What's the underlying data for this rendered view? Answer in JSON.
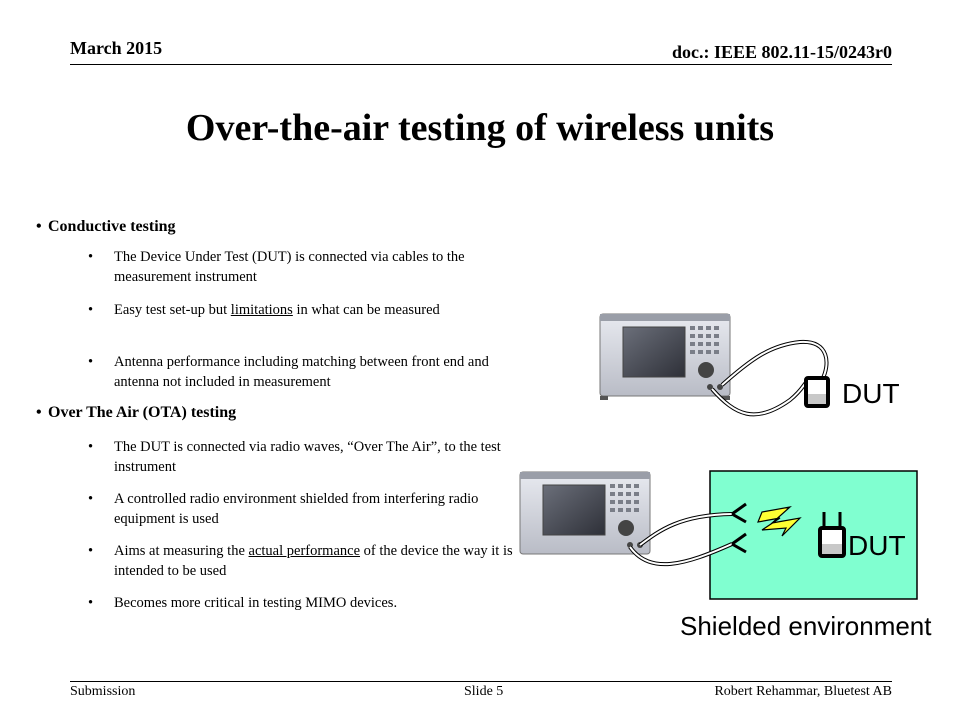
{
  "header": {
    "date": "March 2015",
    "doc": "doc.: IEEE 802.11-15/0243r0"
  },
  "title": "Over-the-air testing of wireless units",
  "bullets": {
    "conductive": {
      "heading": "Conductive testing",
      "items": [
        "The Device Under Test (DUT) is connected via cables to the measurement instrument",
        {
          "pre": "Easy test set-up but ",
          "u": "limitations",
          "post": " in what can be measured"
        },
        "Antenna performance including matching between front end and antenna not included in measurement"
      ]
    },
    "ota": {
      "heading": "Over The Air (OTA) testing",
      "items": [
        "The DUT is connected via radio waves, “Over The Air”, to the test instrument",
        "A controlled radio environment shielded from interfering radio equipment is used",
        {
          "pre": "Aims at measuring the ",
          "u": "actual performance",
          "post": " of the device the way it is intended to be used"
        },
        "Becomes more critical in testing MIMO devices."
      ]
    }
  },
  "diagram": {
    "dut_label_top": "DUT",
    "dut_label_bottom": "DUT",
    "shield_label": "Shielded environment",
    "shield_color": "#80ffd0"
  },
  "footer": {
    "left": "Submission",
    "center": "Slide 5",
    "right": "Robert Rehammar, Bluetest AB"
  }
}
